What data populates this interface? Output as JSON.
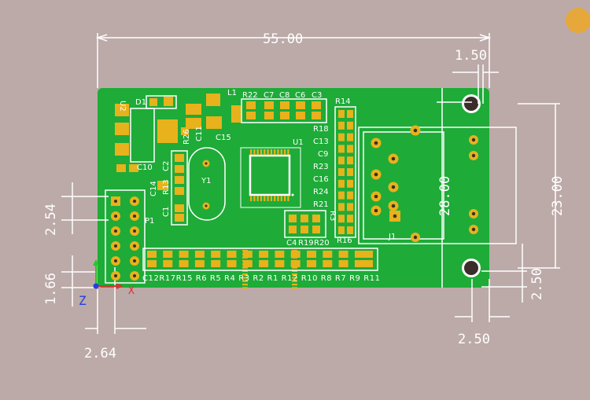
{
  "colors": {
    "background": "#bcaaa8",
    "board": "#1eab38",
    "pad": "#e8b21c",
    "silkscreen": "#ffffff",
    "hole": "#3b2e2a"
  },
  "dimensions": {
    "board_width": "55.00",
    "hole_offset": "1.50",
    "hole_spacing": "28.00",
    "rj45_width": "23.00",
    "edge_offset": "2.50",
    "hole_edge": "2.50",
    "pitch": "2.54",
    "header_offset_y": "1.66",
    "header_offset_x": "2.64"
  },
  "axes": {
    "z": "Z",
    "x": "X"
  },
  "refdes": {
    "U2": "U2",
    "D1": "D1",
    "L1": "L1",
    "R22": "R22",
    "C7": "C7",
    "C8": "C8",
    "C6": "C6",
    "C3": "C3",
    "R14": "R14",
    "R18": "R18",
    "C13": "C13",
    "C9": "C9",
    "R23": "R23",
    "C16": "C16",
    "R24": "R24",
    "R21": "R21",
    "R26": "R26",
    "C11": "C11",
    "C15": "C15",
    "U1": "U1",
    "C10": "C10",
    "C2": "C2",
    "C14": "C14",
    "R13": "R13",
    "C1": "C1",
    "Y1": "Y1",
    "P1": "P1",
    "J1": "J1",
    "C4": "C4",
    "R19": "R19",
    "R20": "R20",
    "R16": "R16",
    "R3_mark": "R3",
    "bottom_row": "C12R17R15 R6 R5 R4 R3 R2 R1 R12 R10 R8 R7 R9 R11"
  }
}
